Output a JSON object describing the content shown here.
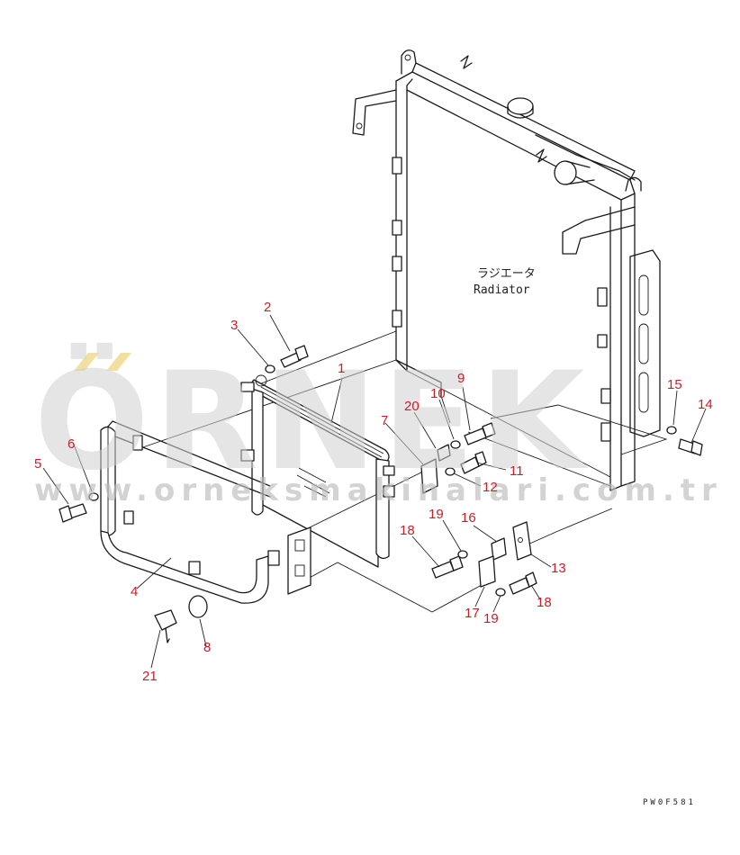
{
  "diagram": {
    "radiator_label_jp": "ラジエータ",
    "radiator_label_en": "Radiator",
    "drawing_code": "PW0F581",
    "watermark_main": "ÖRNEK",
    "watermark_url": "www.orneksmakinalari.com.tr",
    "accent_color": "#c8202a",
    "callouts": [
      "1",
      "2",
      "3",
      "4",
      "5",
      "6",
      "7",
      "8",
      "9",
      "10",
      "11",
      "12",
      "13",
      "14",
      "15",
      "16",
      "17",
      "18",
      "18",
      "19",
      "19",
      "20",
      "21"
    ]
  }
}
